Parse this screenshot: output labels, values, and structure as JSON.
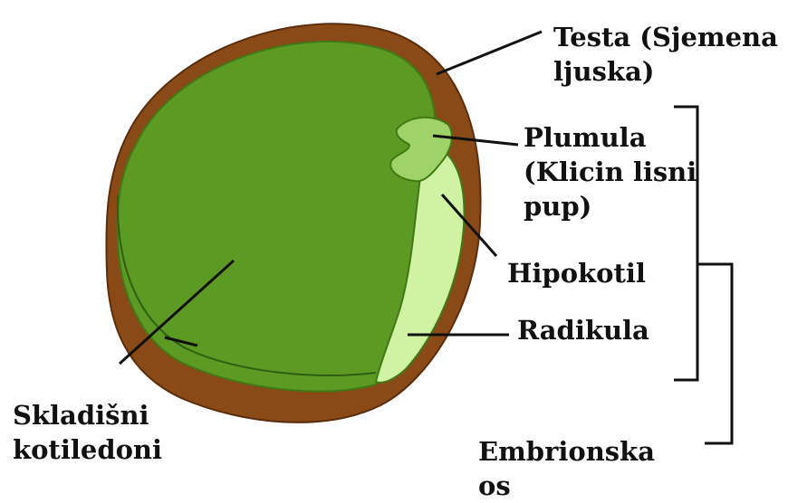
{
  "labels": {
    "testa": [
      "Testa (Sjemena",
      "ljuska)"
    ],
    "plumula": [
      "Plumula",
      "(Klicin lisni",
      "pup)"
    ],
    "hipokotil": [
      "Hipokotil"
    ],
    "radikula": [
      "Radikula"
    ],
    "kotiledoni": [
      "Skladišni",
      "kotiledoni"
    ],
    "embrionska_os": [
      "Embrionska",
      "os"
    ]
  },
  "colors": {
    "testa": "#8a4a17",
    "cotyledon": "#5c9a24",
    "cotyledon_edge": "#3f7a16",
    "hypocotyl": "#cff2a3",
    "plumule": "#9fd36a",
    "line": "#111111"
  }
}
